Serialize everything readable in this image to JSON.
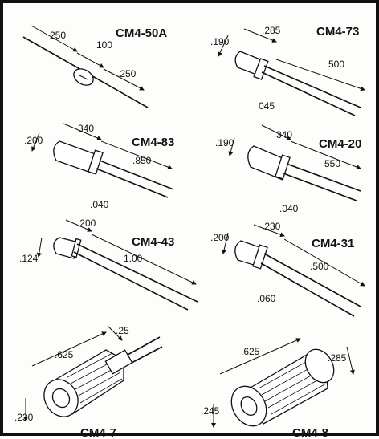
{
  "parts": [
    {
      "name": "CM4-50A",
      "dims": [
        "250",
        "100",
        ".250"
      ]
    },
    {
      "name": "CM4-73",
      "dims": [
        ".190",
        ".285",
        "500",
        "045"
      ]
    },
    {
      "name": "CM4-83",
      "dims": [
        ".200",
        "340",
        ".850",
        ".040"
      ]
    },
    {
      "name": "CM4-20",
      "dims": [
        ".190",
        "340",
        "550",
        ".040"
      ]
    },
    {
      "name": "CM4-43",
      "dims": [
        ".124",
        ".200",
        "1.00"
      ]
    },
    {
      "name": "CM4-31",
      "dims": [
        ".200",
        ".230",
        ".500",
        ".060"
      ]
    },
    {
      "name": "CM4-7",
      "dims": [
        ".625",
        ".25",
        ".230"
      ]
    },
    {
      "name": "CM4-8",
      "dims": [
        ".625",
        ".285",
        ".245"
      ]
    }
  ]
}
